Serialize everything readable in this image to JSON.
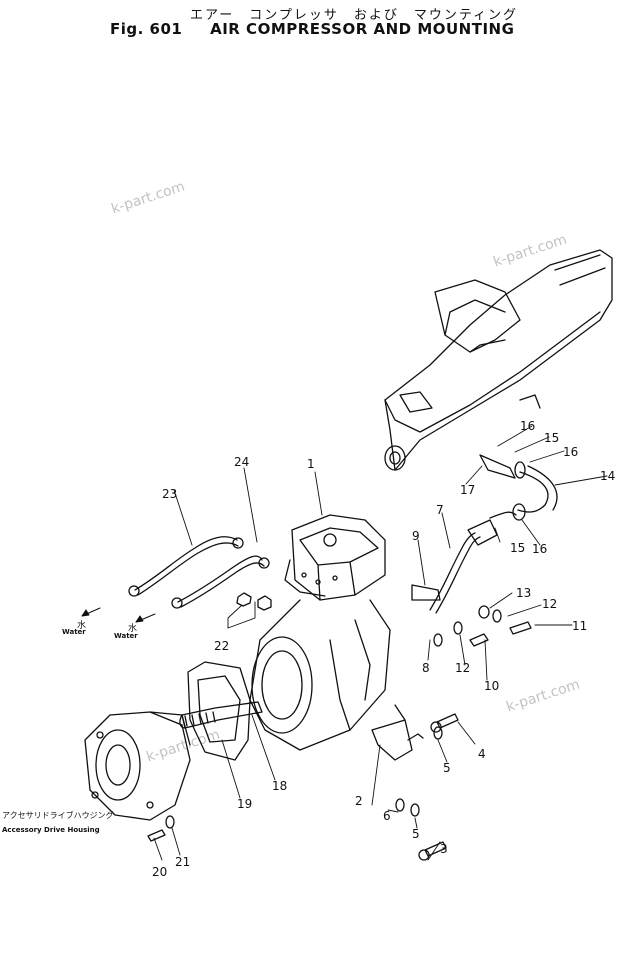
{
  "title": {
    "japanese": "エアー　コンプレッサ　および　マウンティング",
    "figure": "Fig. 601",
    "english": "AIR COMPRESSOR AND MOUNTING"
  },
  "watermarks": [
    "k-part.com",
    "k-part.com",
    "k-part.com",
    "k-part.com"
  ],
  "labels": {
    "water_jp_1": "水",
    "water_en_1": "Water",
    "water_jp_2": "水",
    "water_en_2": "Water",
    "accessory_jp": "アクセサリドライブハウジング",
    "accessory_en": "Accessory Drive Housing"
  },
  "callouts": [
    "1",
    "2",
    "3",
    "4",
    "5",
    "5",
    "6",
    "7",
    "8",
    "9",
    "10",
    "11",
    "12",
    "12",
    "13",
    "14",
    "15",
    "15",
    "16",
    "16",
    "16",
    "17",
    "18",
    "19",
    "20",
    "21",
    "22",
    "23",
    "24"
  ]
}
